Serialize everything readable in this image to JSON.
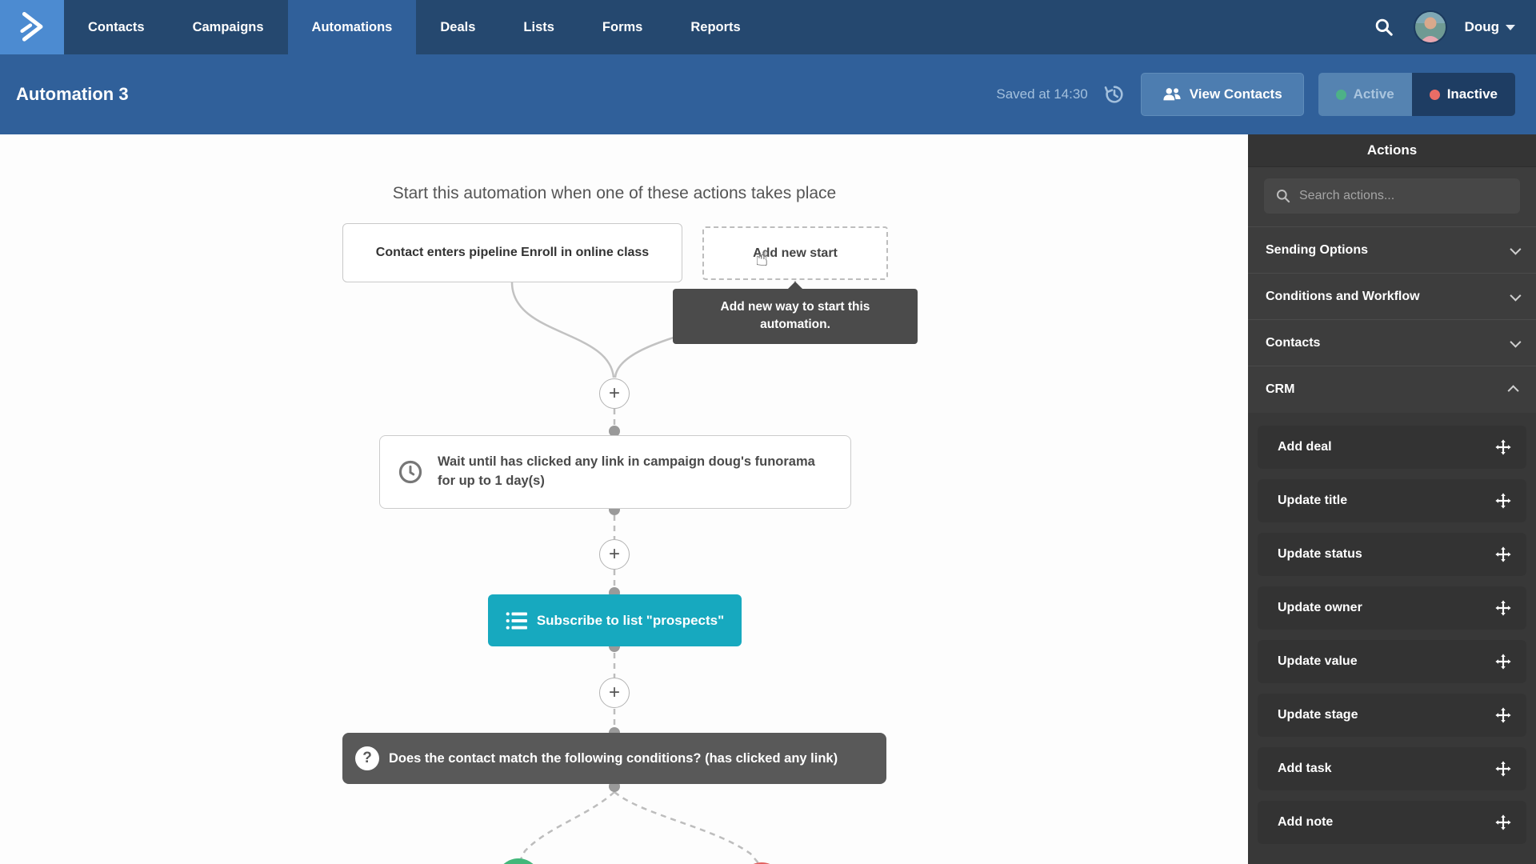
{
  "nav": {
    "logo_icon": "activecampaign-chevron-logo",
    "items": [
      {
        "label": "Contacts",
        "active": false
      },
      {
        "label": "Campaigns",
        "active": false
      },
      {
        "label": "Automations",
        "active": true
      },
      {
        "label": "Deals",
        "active": false
      },
      {
        "label": "Lists",
        "active": false
      },
      {
        "label": "Forms",
        "active": false
      },
      {
        "label": "Reports",
        "active": false
      }
    ],
    "user": {
      "name": "Doug"
    }
  },
  "titlebar": {
    "title": "Automation 3",
    "saved_text": "Saved at 14:30",
    "view_contacts_label": "View Contacts",
    "toggle": {
      "active_label": "Active",
      "inactive_label": "Inactive",
      "selected": "Inactive"
    }
  },
  "canvas": {
    "heading": "Start this automation when one of these actions takes place",
    "start_nodes": [
      {
        "label": "Contact enters pipeline Enroll in online class",
        "style": "solid"
      },
      {
        "label": "Add new start",
        "style": "dashed"
      }
    ],
    "tooltip_text": "Add new way to start this automation.",
    "wait_node_label": "Wait until has clicked any link in campaign doug's funorama for up to 1 day(s)",
    "subscribe_node_label": "Subscribe to list \"prospects\"",
    "condition_node_label": "Does the contact match the following conditions? (has clicked any link)",
    "plus_symbol": "+",
    "question_symbol": "?",
    "cursor_glyph": "☝"
  },
  "sidebar": {
    "title": "Actions",
    "search_placeholder": "Search actions...",
    "sections": [
      {
        "label": "Sending Options",
        "state": "collapsed"
      },
      {
        "label": "Conditions and Workflow",
        "state": "collapsed"
      },
      {
        "label": "Contacts",
        "state": "collapsed"
      },
      {
        "label": "CRM",
        "state": "expanded"
      }
    ],
    "crm_items": [
      "Add deal",
      "Update title",
      "Update status",
      "Update owner",
      "Update value",
      "Update stage",
      "Add task",
      "Add note"
    ]
  },
  "colors": {
    "nav_bg": "#25486f",
    "logo_bg": "#4c8bd1",
    "active_tab_bg": "#30609a",
    "subscribe_teal": "#17a9bf",
    "condition_gray": "#595959",
    "branch_yes_green": "#42b77a",
    "branch_no_red": "#e2605e",
    "active_dot_green": "#4db187",
    "inactive_dot_red": "#ea6d66",
    "sidebar_bg": "#3d3d3d"
  }
}
